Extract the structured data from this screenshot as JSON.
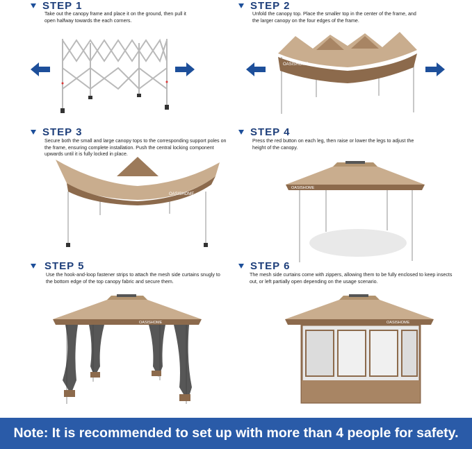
{
  "steps": [
    {
      "title": "STEP 1",
      "text": "Take out the canopy frame and place it on the ground, then pull it open halfway towards the each corners."
    },
    {
      "title": "STEP 2",
      "text": "Unfold the canopy top. Place the smaller top in the center of the frame, and the larger canopy on the four edges of the frame."
    },
    {
      "title": "STEP 3",
      "text": "Secure both the small and large canopy tops to the corresponding support poles on the frame, ensuring complete installation. Push the central locking component upwards until it is fully locked in place."
    },
    {
      "title": "STEP 4",
      "text": "Press the red button on each leg, then raise or lower the legs to adjust the height of the canopy."
    },
    {
      "title": "STEP 5",
      "text": "Use the hook-and-loop fastener strips to attach the mesh side curtains snugly to the bottom edge of the top canopy fabric and secure them."
    },
    {
      "title": "STEP 6",
      "text": "The mesh side curtains come with zippers, allowing them to be fully enclosed to keep insects out, or left partially open depending on the usage scenario."
    }
  ],
  "brand_logo": "OASISHOME",
  "note": "Note: It is recommended to set up with more than 4 people for safety.",
  "colors": {
    "accent": "#1d4f9a",
    "banner": "#2a5ba8",
    "canopy_light": "#c9ad8e",
    "canopy_dark": "#8c6a4c",
    "frame": "#cfcfcf"
  },
  "icons": [
    "arrow-left-icon",
    "arrow-right-icon",
    "triangle-bullet-icon"
  ]
}
